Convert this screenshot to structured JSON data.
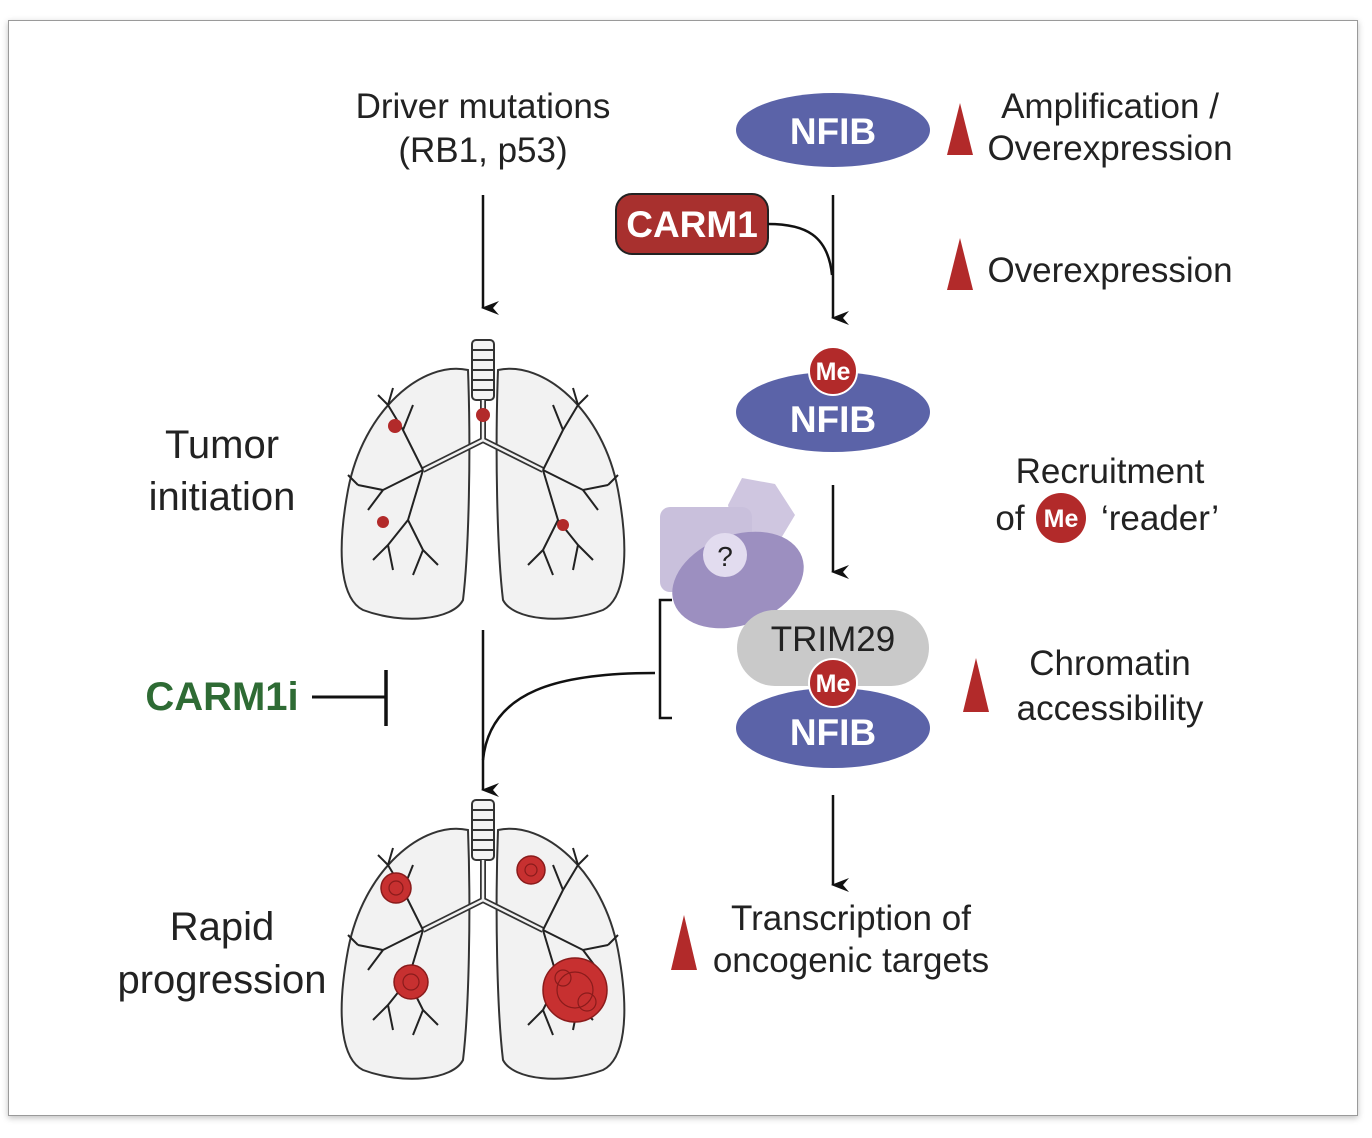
{
  "labels": {
    "driver_line1": "Driver mutations",
    "driver_line2": "(RB1, p53)",
    "tumor_line1": "Tumor",
    "tumor_line2": "initiation",
    "rapid_line1": "Rapid",
    "rapid_line2": "progression",
    "inhibitor": "CARM1i",
    "amp_line1": "Amplification /",
    "amp_line2": "Overexpression",
    "overexpression": "Overexpression",
    "recruit_line1": "Recruitment",
    "recruit_of": "of",
    "recruit_reader": "‘reader’",
    "chromatin_line1": "Chromatin",
    "chromatin_line2": "accessibility",
    "transcription_line1": "Transcription of",
    "transcription_line2": "oncogenic targets",
    "unknown": "?"
  },
  "molecules": {
    "nfib": "NFIB",
    "carm1": "CARM1",
    "me": "Me",
    "trim29": "TRIM29"
  },
  "colors": {
    "nfib": "#5b63a8",
    "carm1": "#a8302e",
    "me": "#b22a2a",
    "trim29": "#c9c9c9",
    "reader_light": "#c9c0dc",
    "reader_dark": "#9c8fc0",
    "up_triangle": "#b22a2a",
    "inhibitor_text": "#2e6b34"
  }
}
